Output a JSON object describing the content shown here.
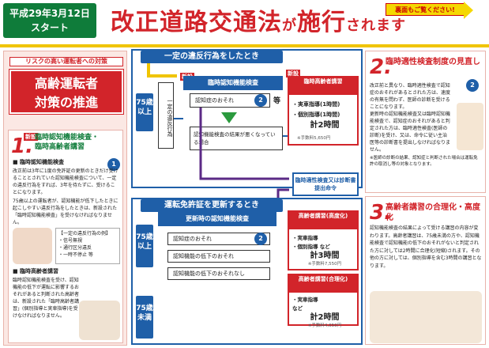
{
  "header": {
    "date": "平成29年3月12日",
    "start": "スタート",
    "title_a": "改正道路交通法",
    "title_b": "が",
    "title_c": "施行",
    "title_d": "されます",
    "back_note": "裏面もご覧ください!"
  },
  "left": {
    "sub": "リスクの高い運転者への対策",
    "main1": "高齢運転者",
    "main2": "対策の推進",
    "num": "1.",
    "new": "新設",
    "h1": "臨時認知機能検査・",
    "h2": "臨時高齢者講習",
    "t1": "■ 臨時認知機能検査",
    "p1": "改正前は3年に1度の免許証の更新のときだけ受けることとされていた認知機能検査について、一定の違反行為をすれば、3年を待たずに、受けることになります。",
    "p2": "75歳以上の運転者が、認知機能が低下したときに起こしやすい違反行為をしたときは、新設された「臨時認知機能検査」を受けなければなりません。",
    "ex_title": "【一定の違反行為の例】",
    "ex1": "・信号無視",
    "ex2": "・通行区分違反",
    "ex3": "・一時不停止 等",
    "t2": "■ 臨時高齢者講習",
    "p3": "臨時認知機能検査を受け、認知機能の低下が運転に影響するおそれがあると判断された高齢者は、新設された「臨時高齢者講習」(個別指導と実車指導)を受けなければなりません。"
  },
  "flow1": {
    "header": "一定の違反行為をしたとき",
    "age": "75歳以上",
    "violation": "一定の違反行為",
    "new": "新設",
    "check": "臨時認知機能検査",
    "osore": "認知症のおそれ",
    "nado": "等",
    "result": "認知機能検査の結果が悪くなっている場合",
    "lec_new": "新設",
    "lec_h": "臨時高齢者講習",
    "lec_1": "・実車指導(1時間)",
    "lec_2": "・個別指導(1時間)",
    "lec_time": "計2時間",
    "lec_fee": "※手数料5,650円"
  },
  "aptitude": "臨時適性検査又は診断書提出命令",
  "flow2": {
    "header": "運転免許証を更新するとき",
    "age1": "75歳以上",
    "age2": "75歳未満",
    "check": "更新時の認知機能検査",
    "r1": "認知症のおそれ",
    "r2": "認知機能の低下のおそれ",
    "r3": "認知機能の低下のおそれなし",
    "lec2_h": "高齢者講習(高度化)",
    "lec2_1": "・実車指導",
    "lec2_2": "・個別指導 など",
    "lec2_time": "計3時間",
    "lec2_fee": "※手数料7,550円",
    "lec3_h": "高齢者講習(合理化)",
    "lec3_1": "・実車指導",
    "lec3_2": "など",
    "lec3_time": "計2時間",
    "lec3_fee": "※手数料4,650円"
  },
  "right2": {
    "num": "2.",
    "h": "臨時適性検査制度の見直し",
    "p1": "改正前と異なり、臨時適性検査で認知症のおそれがあるとされた方は、速度の有無を問わず、医師の診断を受けることになります。",
    "p2": "更新時の認知機能検査又は臨時認知機能検査で、認知症のおそれがあると判定された方は、臨時適性検査(医師の診断)を受け、又は、命令に従い主治医等の診断書を提出しなければなりません。",
    "p3": "※医師の診断の結果、認知症と判断された場合は運転免許の取消し等の対象となります。"
  },
  "right3": {
    "num": "3.",
    "h": "高齢者講習の合理化・高度化",
    "p1": "認知機能検査の結果によって受ける講習の内容が変わります。高齢者講習は、75歳未満の方や、認知機能検査で認知機能の低下のおそれがないと判定された方に対しては2時間に合理化(短縮)されます。その他の方に対しては、個別指導を含む3時間の講習となります。"
  },
  "colors": {
    "red": "#d2242a",
    "blue": "#1f5fa8",
    "green": "#0f7c3a",
    "yellow": "#f5d800",
    "purple": "#5b2a86"
  }
}
